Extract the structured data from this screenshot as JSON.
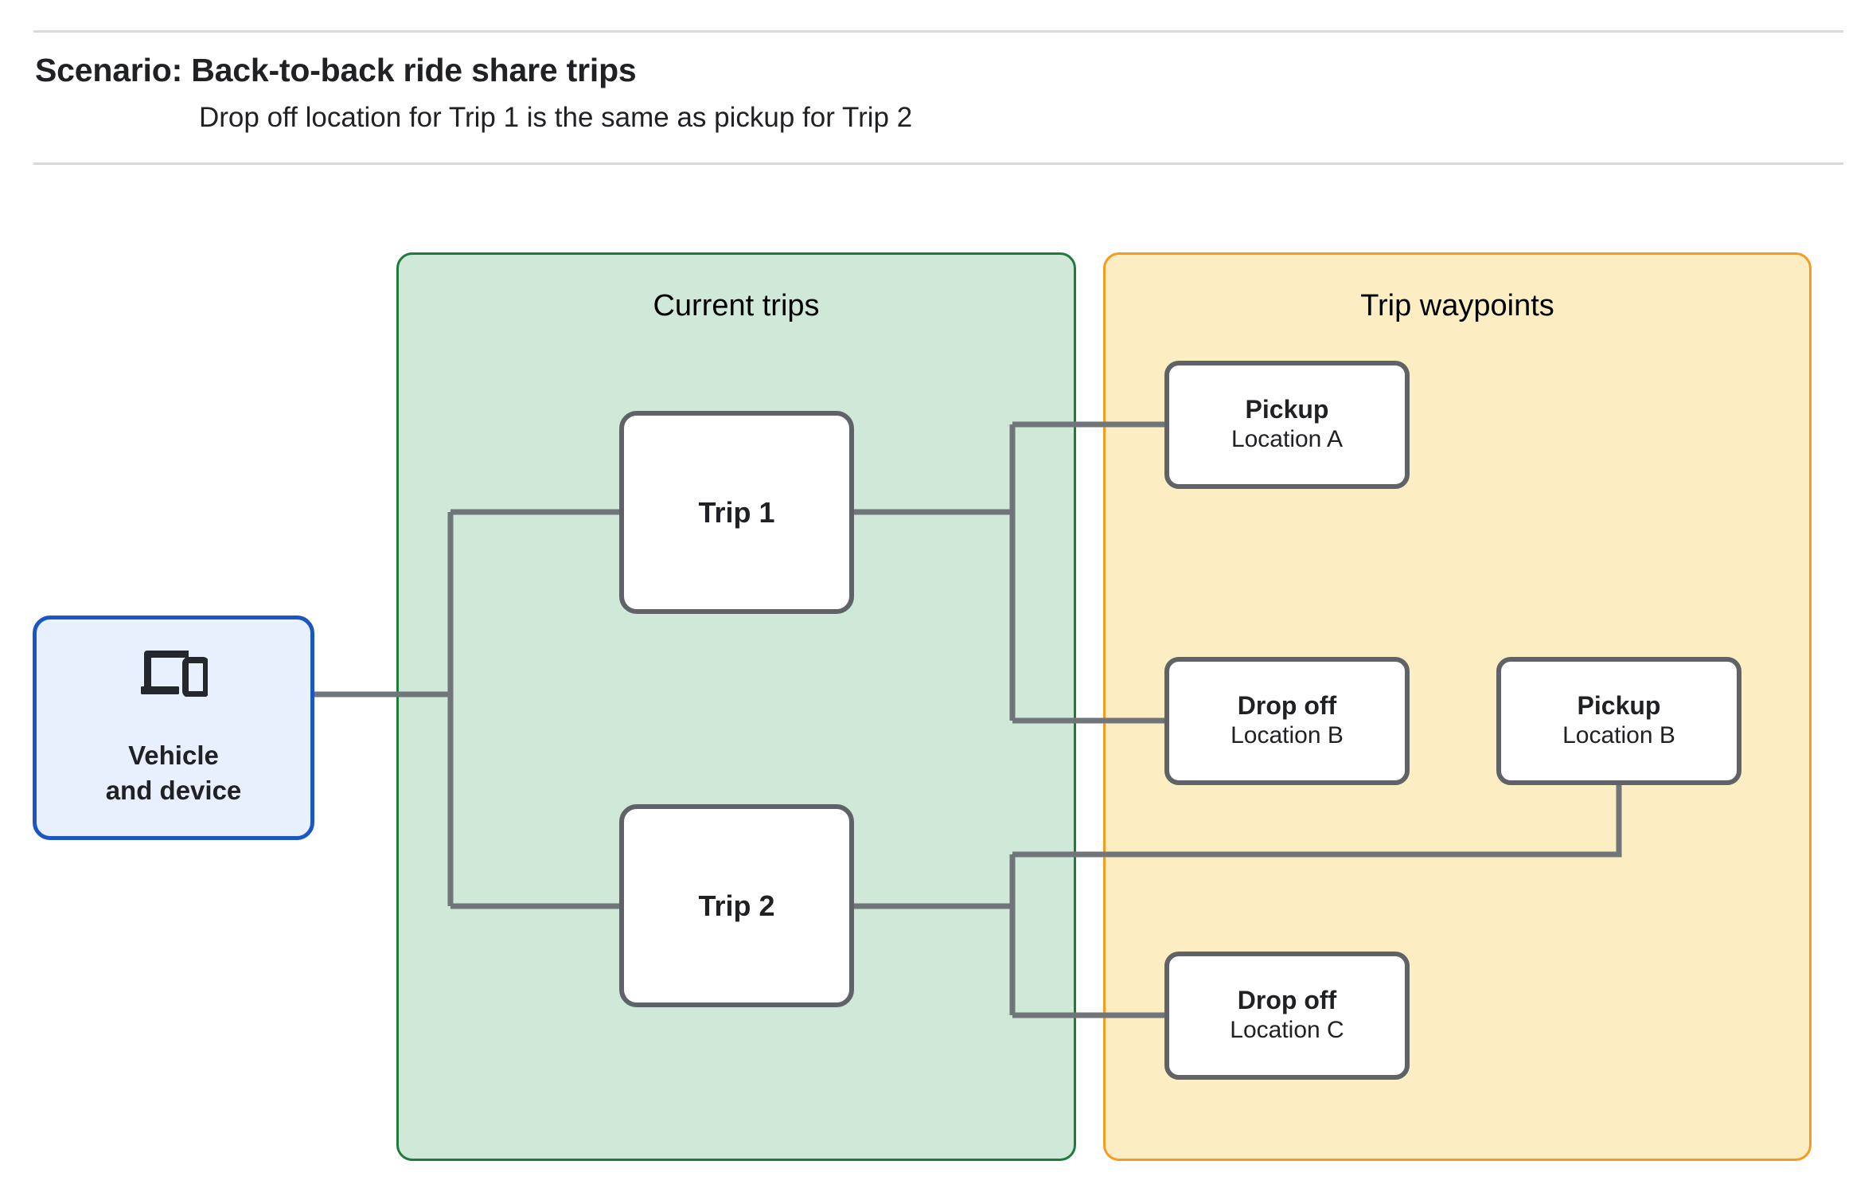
{
  "header": {
    "title": "Scenario: Back-to-back ride share trips",
    "subtitle": "Drop off  location for Trip 1 is the same as pickup for Trip 2"
  },
  "diagram": {
    "groups": [
      {
        "id": "current-trips",
        "title": "Current trips",
        "fill": "#cfe8d8",
        "border": "#1e7b3c"
      },
      {
        "id": "trip-waypoints",
        "title": "Trip waypoints",
        "fill": "#fceec2",
        "border": "#f59a23"
      }
    ],
    "vehicle": {
      "label": "Vehicle\nand device",
      "icon": "devices-icon",
      "fill": "#e8f0fe",
      "border": "#1a56c4"
    },
    "trips": [
      {
        "id": "trip-1",
        "label": "Trip 1"
      },
      {
        "id": "trip-2",
        "label": "Trip 2"
      }
    ],
    "waypoints": [
      {
        "id": "pickup-a",
        "kind": "Pickup",
        "location": "Location A"
      },
      {
        "id": "dropoff-b",
        "kind": "Drop off",
        "location": "Location B"
      },
      {
        "id": "pickup-b",
        "kind": "Pickup",
        "location": "Location B"
      },
      {
        "id": "dropoff-c",
        "kind": "Drop off",
        "location": "Location C"
      }
    ],
    "connector_color": "#70757a"
  }
}
